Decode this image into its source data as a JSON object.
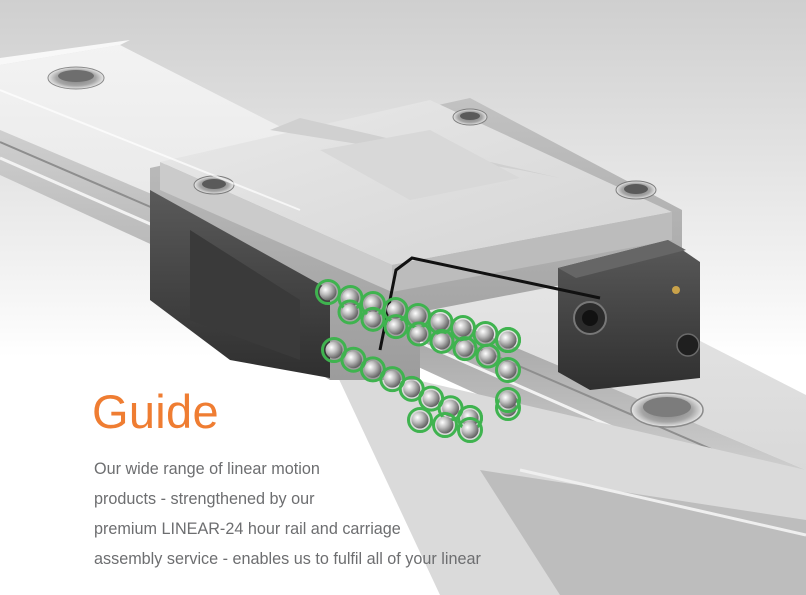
{
  "heading": "Guide",
  "body_lines": [
    "Our wide range of linear motion",
    "products - strengthened by our",
    "premium LINEAR-24 hour rail and carriage",
    "assembly service - enables us to fulfil all of your linear"
  ],
  "colors": {
    "heading": "#ef7d32",
    "body_text": "#6d6e70",
    "steel_light": "#e7e7e7",
    "steel_mid": "#b9b9b9",
    "dark_block": "#4a4a4a",
    "recirculation_cage": "#3fb34f"
  },
  "image_subject": {
    "objects": [
      "guide-rail",
      "carriage-block",
      "end-cap-seal",
      "recirculating-ball-chain",
      "mounting-holes"
    ]
  }
}
